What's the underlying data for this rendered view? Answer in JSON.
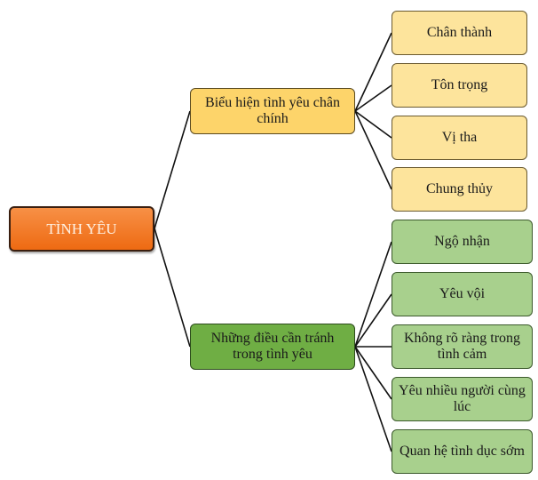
{
  "root": {
    "label": "TÌNH YÊU",
    "color": "#ee6a12"
  },
  "branches": [
    {
      "label": "Biểu hiện tình yêu chân chính",
      "color": "#fdd46a",
      "children": [
        "Chân thành",
        "Tôn trọng",
        "Vị tha",
        "Chung thủy"
      ]
    },
    {
      "label": "Những điều cần tránh trong tình yêu",
      "color": "#6fae44",
      "children": [
        "Ngộ nhận",
        "Yêu vội",
        "Không rõ ràng trong tình cảm",
        "Yêu nhiều người cùng lúc",
        "Quan hệ tình dục sớm"
      ]
    }
  ]
}
